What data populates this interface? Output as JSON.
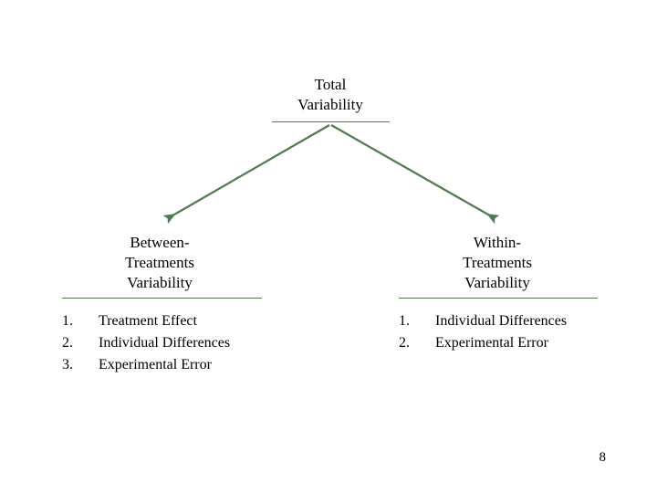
{
  "slide": {
    "page_number": "8",
    "accent_color": "#4f7a4f",
    "text_color": "#000000",
    "background_color": "#ffffff"
  },
  "diagram": {
    "type": "hierarchy",
    "root": {
      "id": "total-variability",
      "line1": "Total",
      "line2": "Variability",
      "label": "Total\nVariability"
    },
    "branches": [
      {
        "id": "between-treatments-variability",
        "line1": "Between-",
        "line2": "Treatments",
        "line3": "Variability",
        "label": "Between-\nTreatments\nVariability",
        "items": [
          {
            "index": "1.",
            "text": "Treatment Effect"
          },
          {
            "index": "2.",
            "text": "Individual Differences"
          },
          {
            "index": "3.",
            "text": "Experimental Error"
          }
        ]
      },
      {
        "id": "within-treatments-variability",
        "line1": "Within-",
        "line2": "Treatments",
        "line3": "Variability",
        "label": "Within-\nTreatments\nVariability",
        "items": [
          {
            "index": "1.",
            "text": "Individual Differences"
          },
          {
            "index": "2.",
            "text": "Experimental Error"
          }
        ]
      }
    ],
    "connectors": [
      {
        "id": "arrow-to-between",
        "from": "total-variability",
        "to": "between-treatments-variability",
        "direction": "down-left"
      },
      {
        "id": "arrow-to-within",
        "from": "total-variability",
        "to": "within-treatments-variability",
        "direction": "down-right"
      }
    ]
  }
}
